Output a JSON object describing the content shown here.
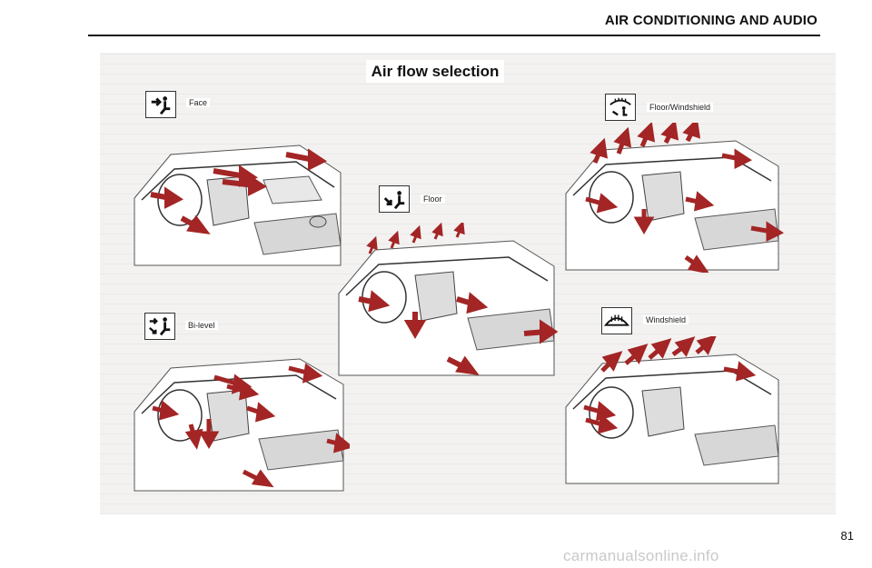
{
  "header": {
    "title": "AIR CONDITIONING AND AUDIO"
  },
  "figure": {
    "title": "Air flow selection",
    "modes": [
      {
        "key": "face",
        "label": "Face",
        "icon": "face-mode-icon"
      },
      {
        "key": "floor_windshield",
        "label": "Floor/Windshield",
        "icon": "floor-windshield-mode-icon"
      },
      {
        "key": "floor",
        "label": "Floor",
        "icon": "floor-mode-icon"
      },
      {
        "key": "bi_level",
        "label": "Bi-level",
        "icon": "bi-level-mode-icon"
      },
      {
        "key": "windshield",
        "label": "Windshield",
        "icon": "windshield-mode-icon"
      }
    ],
    "arrow_color": "#a32525"
  },
  "footer": {
    "page_number": "81",
    "watermark": "carmanualsonline.info"
  }
}
